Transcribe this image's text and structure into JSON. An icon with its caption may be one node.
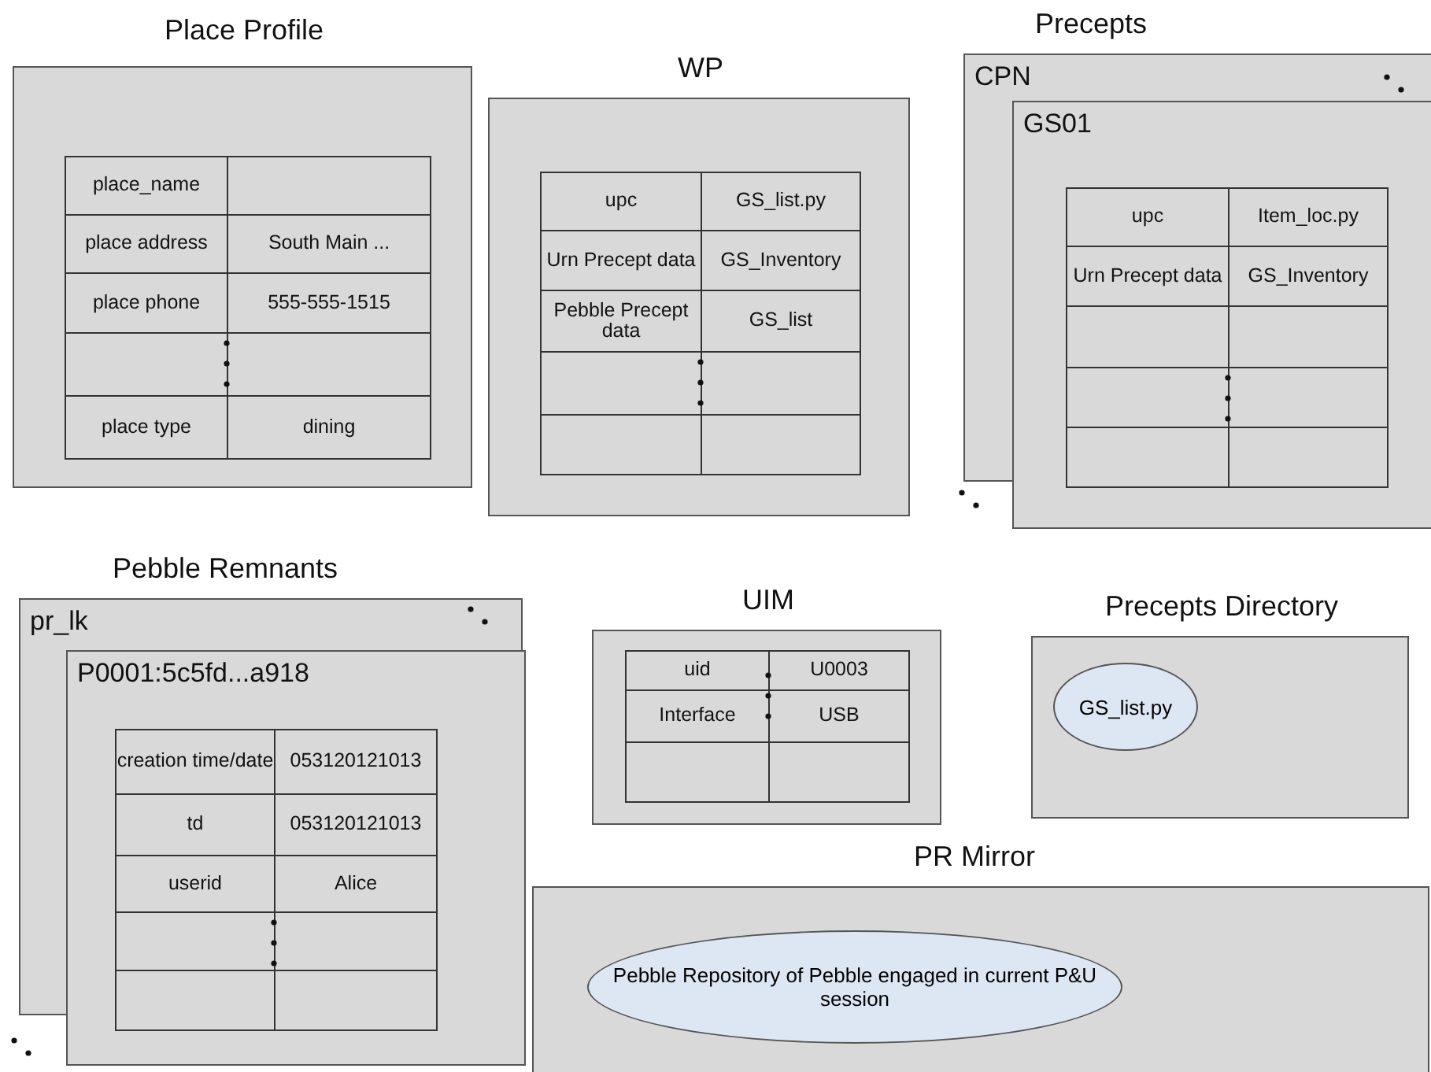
{
  "diagram": {
    "nodes": [
      {
        "text": [
          "Place Profile"
        ]
      },
      {
        "text": [
          "WP"
        ]
      },
      {
        "text": [
          "Precepts",
          "CPN"
        ]
      },
      {
        "text": [
          "GS01"
        ]
      },
      {
        "text": [
          "Pebble Remnants",
          "pr_lk"
        ]
      },
      {
        "text": [
          "P0001:5c5fd...a918"
        ]
      },
      {
        "text": [
          "UIM"
        ]
      },
      {
        "text": [
          "Precepts Directory"
        ]
      },
      {
        "text": [
          "GS_list.py"
        ],
        "in": 7
      },
      {
        "text": [
          "PR Mirror"
        ]
      },
      {
        "text": [
          "Pebble Repository of Pebble engaged in current P&U session"
        ],
        "in": 9
      }
    ],
    "labels": [
      "place_name",
      "place address",
      "South Main ...",
      "place phone",
      "555-555-1515",
      "place type",
      "dining",
      "upc",
      "GS_list.py",
      "Urn Precept data",
      "GS_Inventory",
      "Pebble Precept data",
      "GS_list",
      "upc",
      "Item_loc.py",
      "Urn Precept data",
      "GS_Inventory",
      "creation time/date",
      "053120121013",
      "td",
      "053120121013",
      "userid",
      "Alice",
      "uid",
      "U0003",
      "Interface",
      "USB"
    ]
  }
}
